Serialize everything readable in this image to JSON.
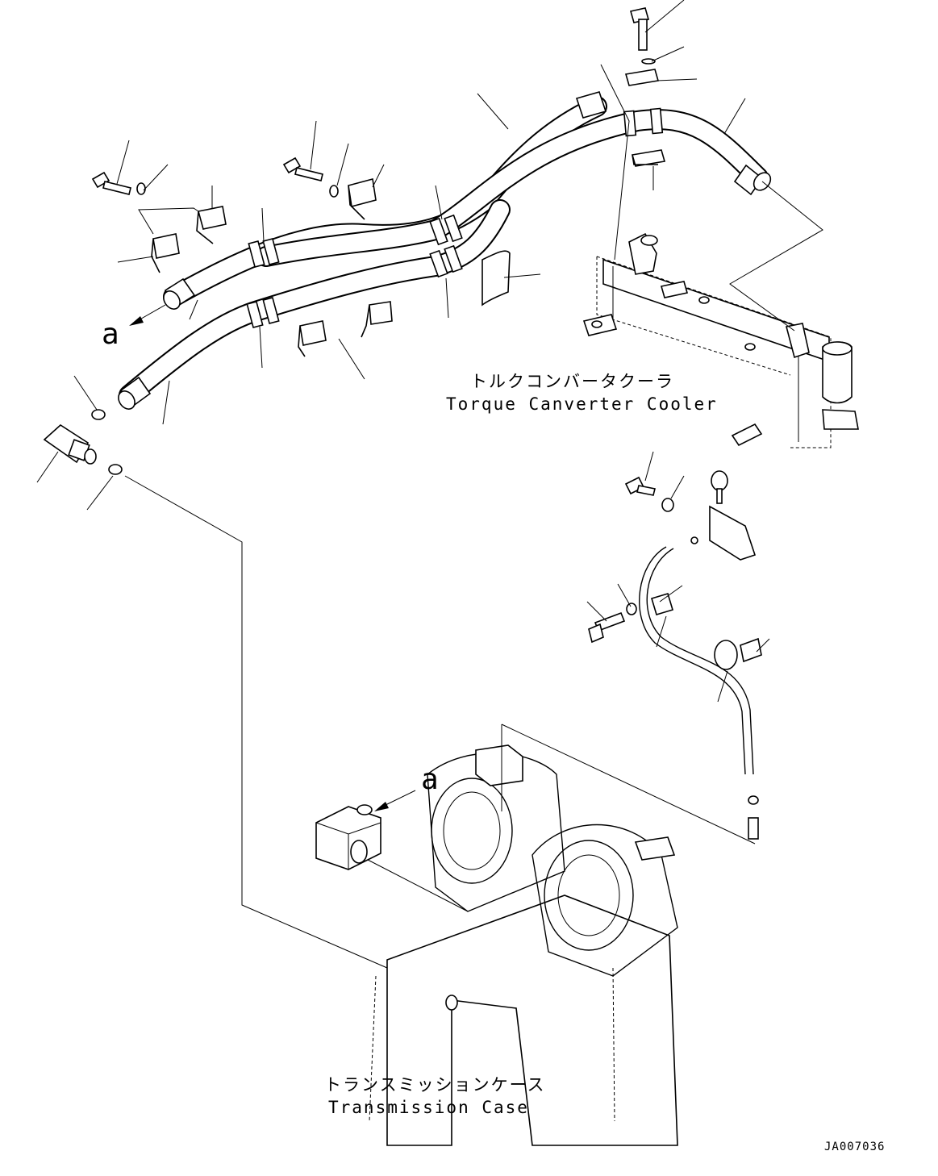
{
  "labels": {
    "cooler_jp": "トルクコンバータクーラ",
    "cooler_en": "Torque Canverter Cooler",
    "case_jp": "トランスミッションケース",
    "case_en": "Transmission Case",
    "ref_a_top": "a",
    "ref_a_bottom": "a",
    "drawing_code": "JA007036"
  }
}
